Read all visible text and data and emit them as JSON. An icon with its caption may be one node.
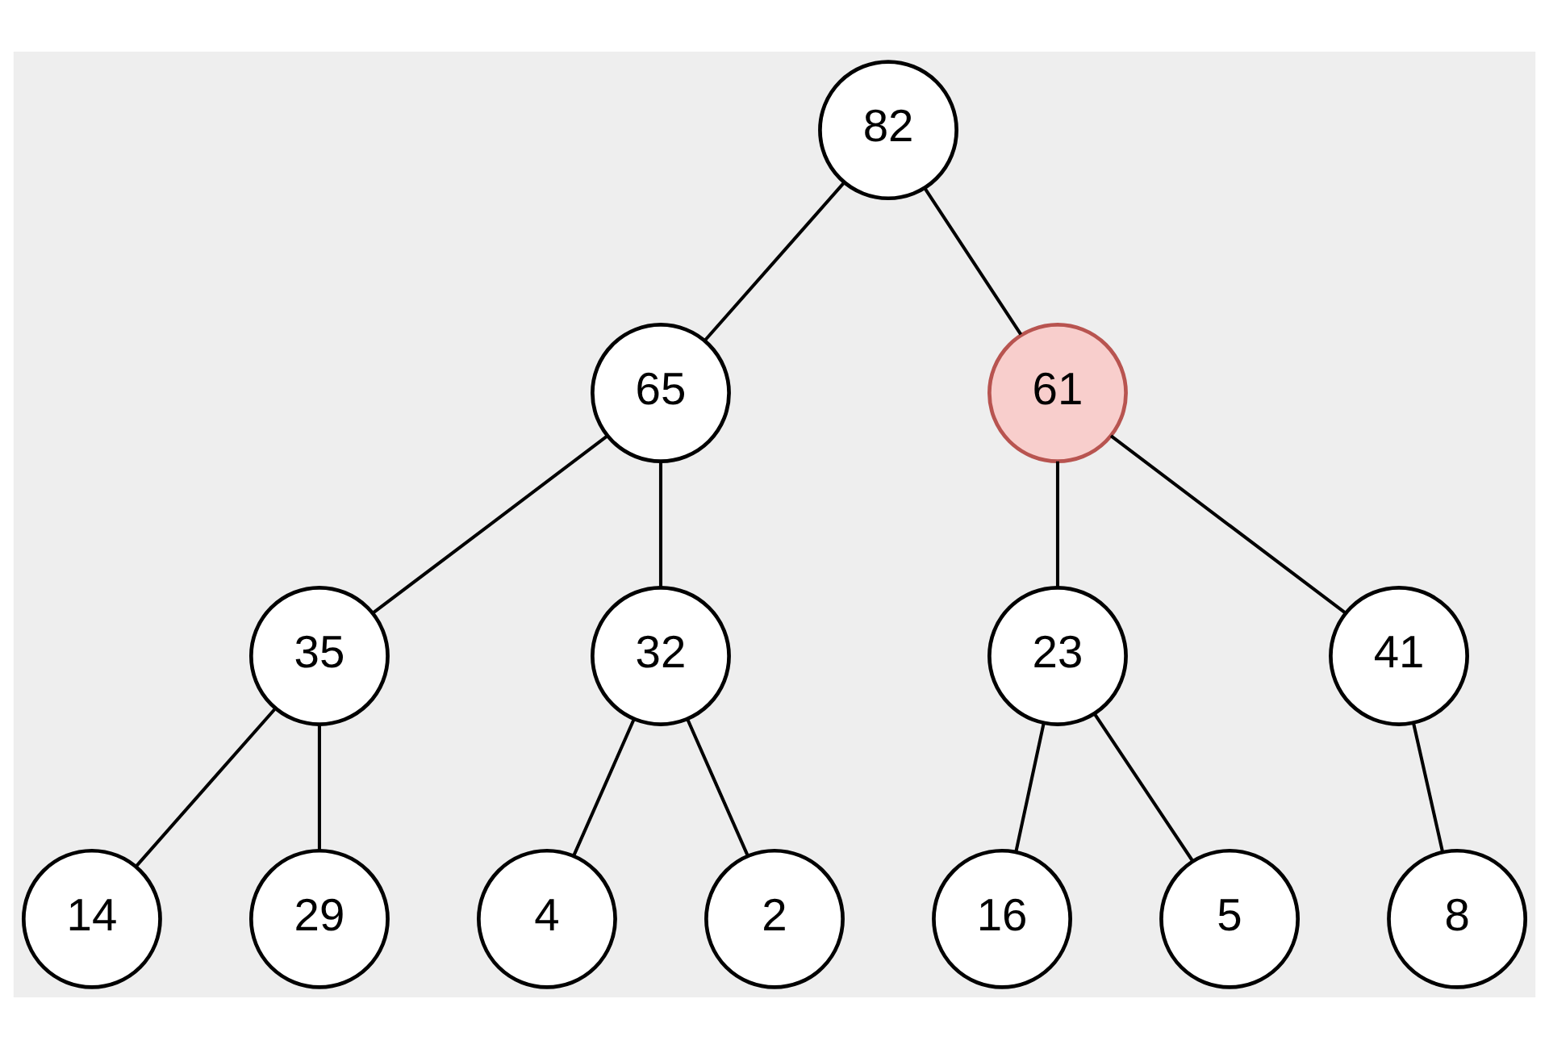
{
  "diagram": {
    "nodes": [
      {
        "text": [
          "82"
        ]
      },
      {
        "text": [
          "65"
        ]
      },
      {
        "text": [
          "61"
        ]
      },
      {
        "text": [
          "35"
        ]
      },
      {
        "text": [
          "32"
        ]
      },
      {
        "text": [
          "23"
        ]
      },
      {
        "text": [
          "41"
        ]
      },
      {
        "text": [
          "14"
        ]
      },
      {
        "text": [
          "29"
        ]
      },
      {
        "text": [
          "4"
        ]
      },
      {
        "text": [
          "2"
        ]
      },
      {
        "text": [
          "16"
        ]
      },
      {
        "text": [
          "5"
        ]
      },
      {
        "text": [
          "8"
        ]
      }
    ],
    "edges": [
      {
        "from": 0,
        "to": 1,
        "arrow": "none"
      },
      {
        "from": 0,
        "to": 2,
        "arrow": "none"
      },
      {
        "from": 1,
        "to": 3,
        "arrow": "none"
      },
      {
        "from": 1,
        "to": 4,
        "arrow": "none"
      },
      {
        "from": 2,
        "to": 5,
        "arrow": "none"
      },
      {
        "from": 2,
        "to": 6,
        "arrow": "none"
      },
      {
        "from": 3,
        "to": 7,
        "arrow": "none"
      },
      {
        "from": 3,
        "to": 8,
        "arrow": "none"
      },
      {
        "from": 4,
        "to": 9,
        "arrow": "none"
      },
      {
        "from": 4,
        "to": 10,
        "arrow": "none"
      },
      {
        "from": 5,
        "to": 11,
        "arrow": "none"
      },
      {
        "from": 5,
        "to": 12,
        "arrow": "none"
      },
      {
        "from": 6,
        "to": 13,
        "arrow": "none"
      }
    ]
  }
}
